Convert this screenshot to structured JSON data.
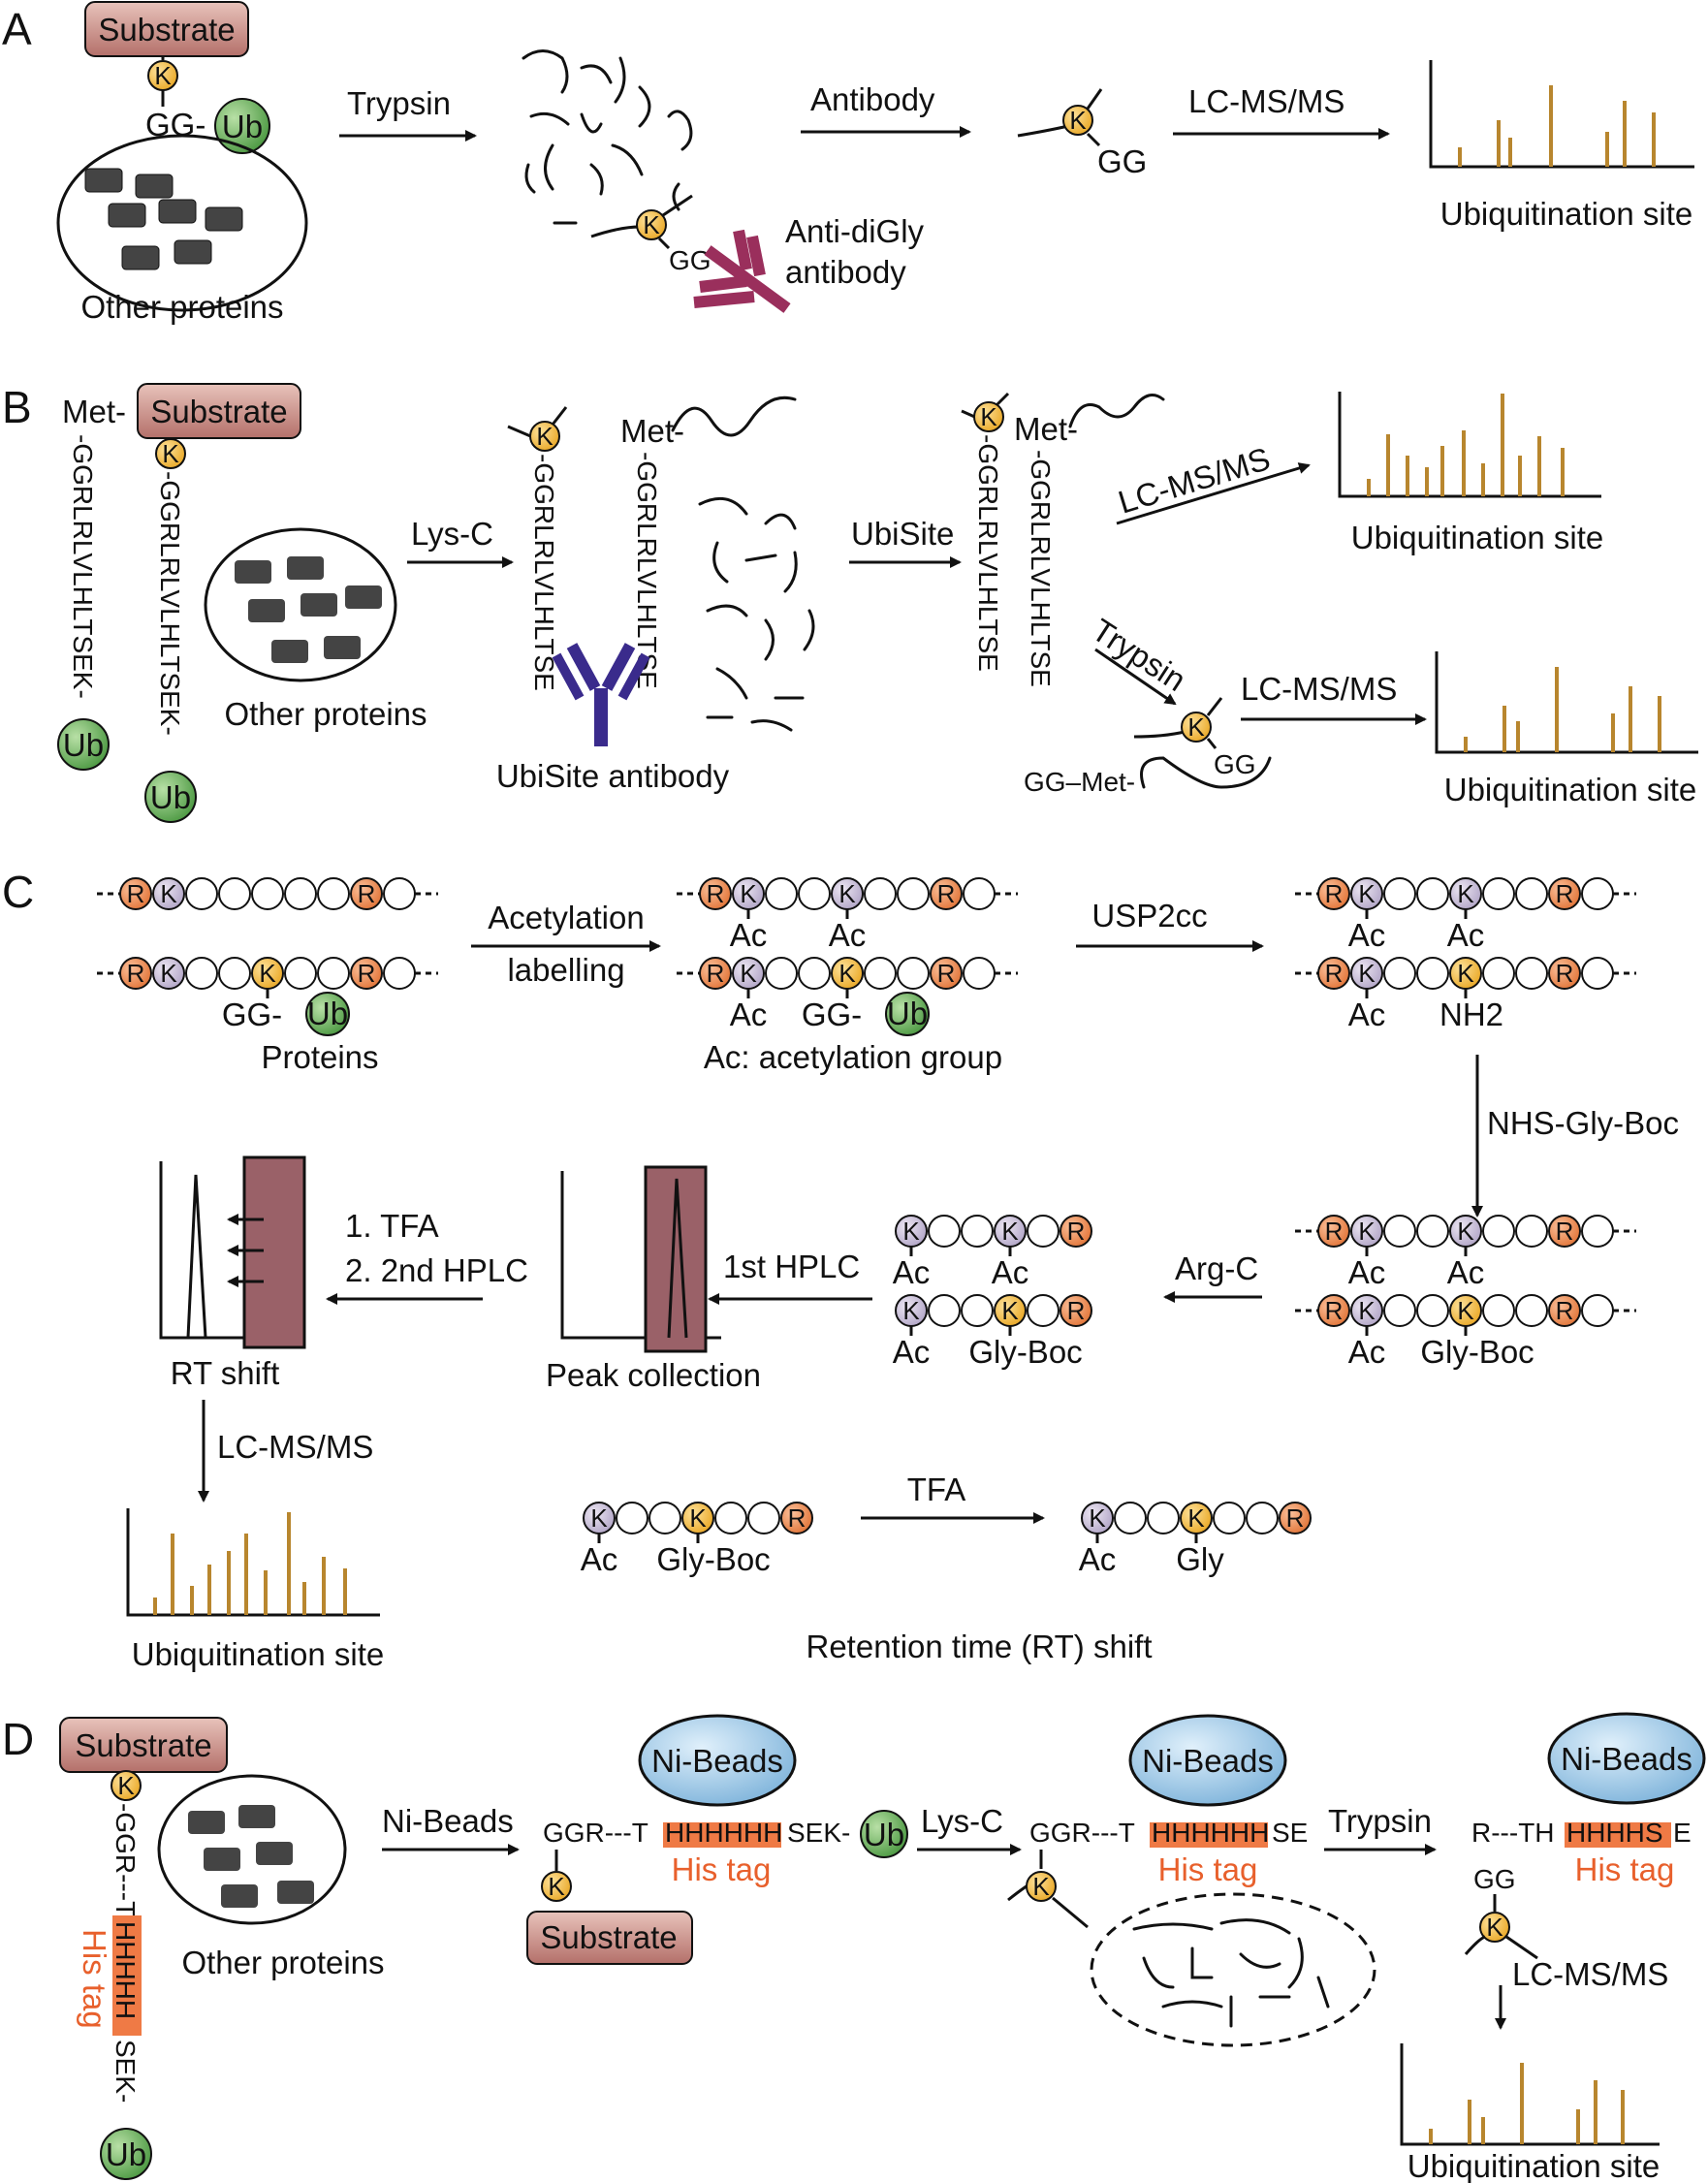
{
  "colors": {
    "lysine": "#f3bf4e",
    "arginine": "#f08b4e",
    "acetyl_lysine": "#cfc6dc",
    "ubiquitin": "#7cbb6a",
    "substrate": "#c98a80",
    "his_tag": "#ef7a45",
    "ni_beads": "#a9cfe9",
    "anti_diGly_antibody": "#9a2f5c",
    "ubisite_antibody": "#3a2b8c",
    "hplc_box": "#9a6168",
    "spectrum": "#b8862e"
  },
  "panels": {
    "A": {
      "letter": "A",
      "substrate": "Substrate",
      "k": "K",
      "gg": "GG-",
      "ub": "Ub",
      "other_proteins": "Other proteins",
      "step1": "Trypsin",
      "step2": "Antibody",
      "step3": "LC-MS/MS",
      "antibody_label_1": "Anti-diGly",
      "antibody_label_2": "antibody",
      "gg_peptide": "GG",
      "result": "Ubiquitination site"
    },
    "B": {
      "letter": "B",
      "met": "Met-",
      "substrate": "Substrate",
      "k": "K",
      "ub": "Ub",
      "chain_left": "-GGRLRLVLHLTSEK-",
      "chain_right": "-GGRLRLVLHLTSEK-",
      "other_proteins": "Other proteins",
      "step1": "Lys-C",
      "pep_short": "-GGRLRLVLHLTSE",
      "met_short": "Met-",
      "antibody": "UbiSite antibody",
      "step2": "UbiSite",
      "step3": "LC-MS/MS",
      "step4": "Trypsin",
      "step5": "LC-MS/MS",
      "gg": "GG",
      "gg_met": "GG–Met-",
      "result": "Ubiquitination site"
    },
    "C": {
      "letter": "C",
      "r": "R",
      "k": "K",
      "ac": "Ac",
      "gg": "GG-",
      "ub": "Ub",
      "proteins": "Proteins",
      "step1a": "Acetylation",
      "step1b": "labelling",
      "ac_note": "Ac: acetylation group",
      "step2": "USP2cc",
      "nh2": "NH2",
      "step3": "NHS-Gly-Boc",
      "gly_boc": "Gly-Boc",
      "step4": "Arg-C",
      "step5": "1st HPLC",
      "peak": "Peak collection",
      "step6a": "1. TFA",
      "step6b": "2. 2nd HPLC",
      "rt_shift": "RT shift",
      "step7": "LC-MS/MS",
      "result": "Ubiquitination site",
      "tfa": "TFA",
      "gly": "Gly",
      "rt_note": "Retention time (RT) shift"
    },
    "D": {
      "letter": "D",
      "substrate": "Substrate",
      "k": "K",
      "ub": "Ub",
      "chain_top": "-GGR---T",
      "his_residues": "HHHHH",
      "chain_bottom": "SEK-",
      "his_tag": "His tag",
      "other_proteins": "Other proteins",
      "step1": "Ni-Beads",
      "ni_beads": "Ni-Beads",
      "seq1_left": "GGR---T",
      "seq1_his": "HHHHHH",
      "seq1_right": "SEK-",
      "step2": "Lys-C",
      "seq2_left": "GGR---T",
      "seq2_his": "HHHHHH",
      "seq2_right": "SE",
      "step3": "Trypsin",
      "seq3_left": "R---TH",
      "seq3_his": "HHHHS",
      "seq3_right": "E",
      "gg": "GG",
      "step4": "LC-MS/MS",
      "result": "Ubiquitination site"
    }
  }
}
